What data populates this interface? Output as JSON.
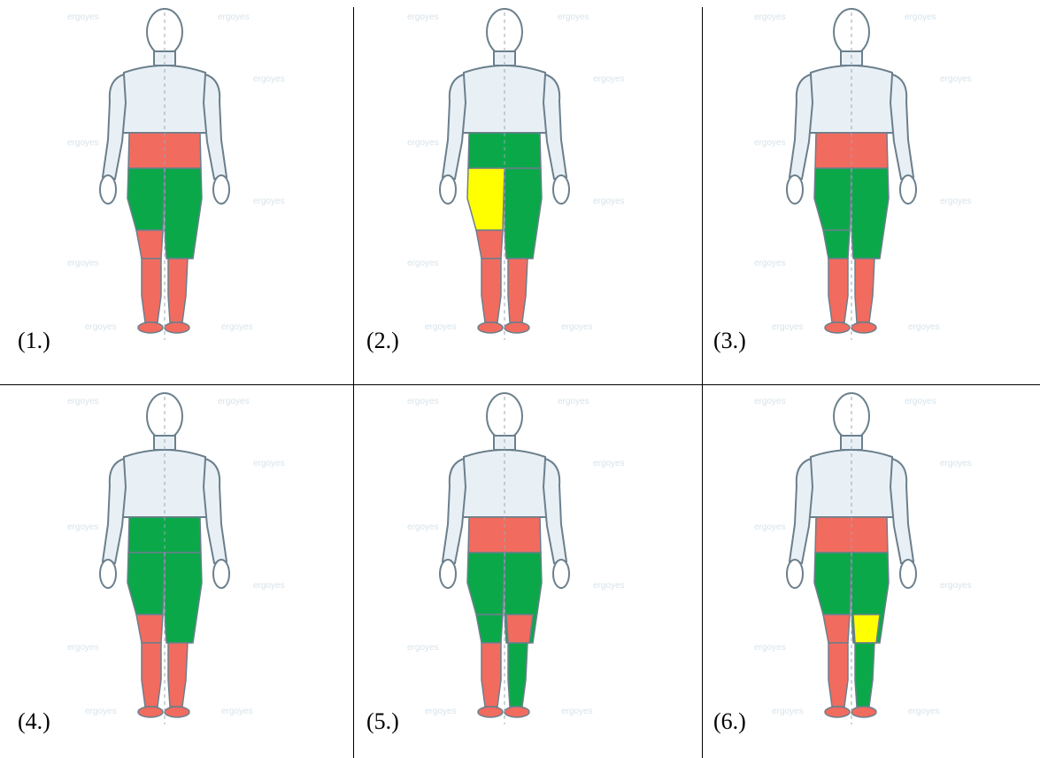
{
  "colors": {
    "red": "#f26b5f",
    "green": "#0ba84a",
    "yellow": "#ffff00",
    "body_fill": "#e8f0f6",
    "body_outline": "#6b7f8c"
  },
  "watermark": "ergoyes",
  "panels": [
    {
      "label": "(1.)",
      "regions": {
        "lower_back": "red",
        "left_thigh_upper": "green",
        "left_thigh_lower": "red",
        "right_thigh": "green",
        "left_lower_leg": "red",
        "right_lower_leg": "red"
      }
    },
    {
      "label": "(2.)",
      "regions": {
        "lower_back": "green",
        "left_thigh_upper": "yellow",
        "left_thigh_lower": "red",
        "right_thigh": "green",
        "left_lower_leg": "red",
        "right_lower_leg": "red"
      }
    },
    {
      "label": "(3.)",
      "regions": {
        "lower_back": "red",
        "left_thigh_upper": "green",
        "left_thigh_lower": "green",
        "right_thigh": "green",
        "left_lower_leg": "red",
        "right_lower_leg": "red"
      }
    },
    {
      "label": "(4.)",
      "regions": {
        "lower_back": "green",
        "left_thigh_upper": "green",
        "left_thigh_lower": "red",
        "right_thigh": "green",
        "left_lower_leg": "red",
        "right_lower_leg": "red"
      }
    },
    {
      "label": "(5.)",
      "regions": {
        "lower_back": "red",
        "left_thigh_upper": "green",
        "left_thigh_lower": "green",
        "right_thigh": "green",
        "right_knee": "red",
        "left_lower_leg": "red",
        "right_lower_leg": "green"
      }
    },
    {
      "label": "(6.)",
      "regions": {
        "lower_back": "red",
        "left_thigh_upper": "green",
        "left_thigh_lower": "red",
        "right_thigh": "green",
        "right_knee": "yellow",
        "left_lower_leg": "red",
        "right_lower_leg": "green"
      }
    }
  ]
}
